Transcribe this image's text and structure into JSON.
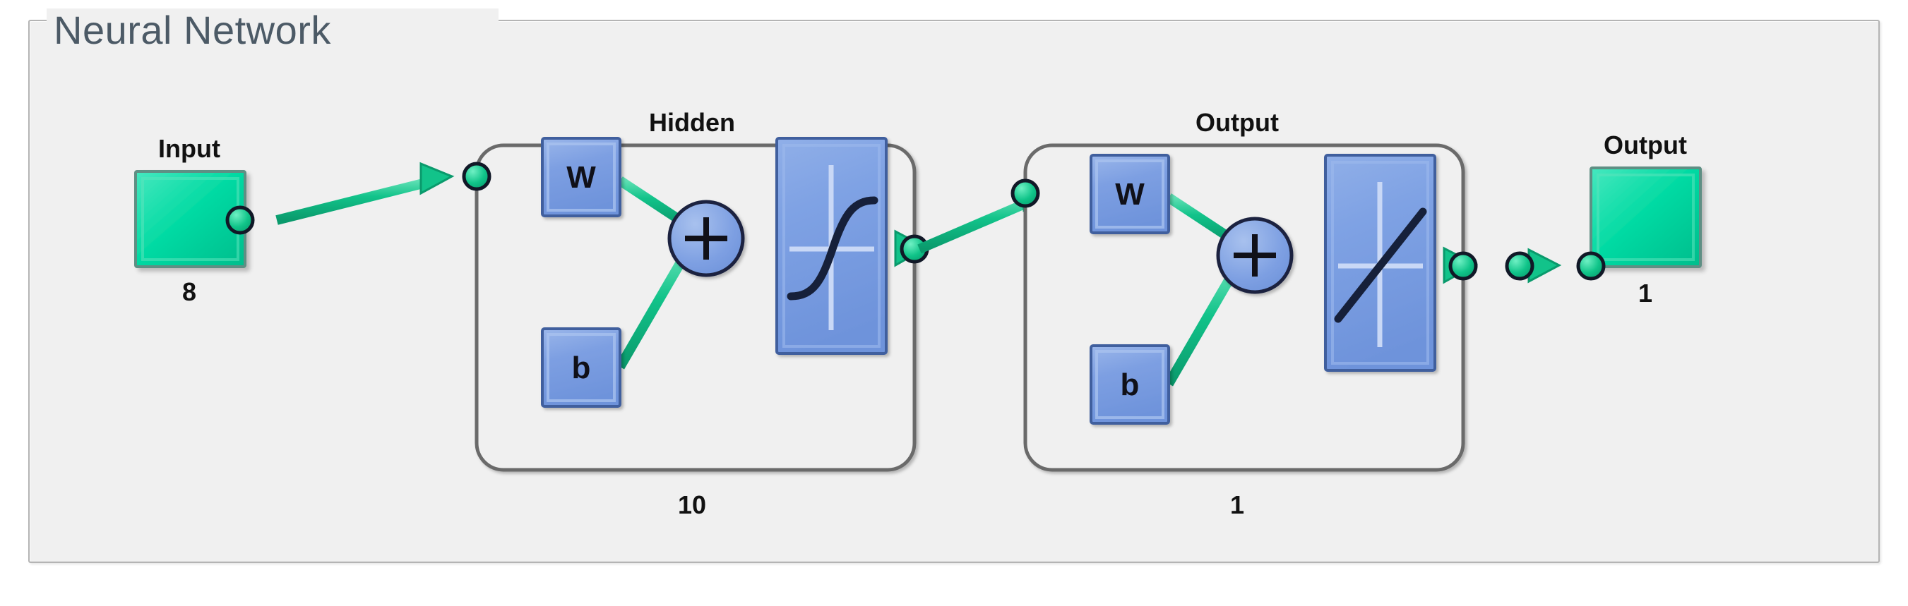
{
  "panel": {
    "title": "Neural Network"
  },
  "colors": {
    "panel_background": "#f0f0f0",
    "panel_border": "#b4b4b4",
    "title_text": "#4c5a66",
    "io_block_fill": "#00d9a6",
    "io_block_fill_light": "#46e8bf",
    "io_block_fill_dark": "#00a87f",
    "io_block_border": "#5f8f84",
    "param_box_fill": "#7d9fe2",
    "param_box_fill_light": "#a3bcec",
    "param_box_fill_dark": "#5b7fc4",
    "param_box_border": "#3f5f9e",
    "connector_green": "#12c38a",
    "connector_green_light": "#5fe0b4",
    "connector_green_dark": "#0a9a6c",
    "node_outline": "#111827",
    "layer_box_border": "#6b6b6b",
    "label_text": "#111111",
    "curve_stroke": "#16203a",
    "axis_stroke": "#c3d3f2"
  },
  "network": {
    "input": {
      "label": "Input",
      "size": "8"
    },
    "layers": [
      {
        "name": "hidden",
        "title": "Hidden",
        "size": "10",
        "weight_label": "W",
        "bias_label": "b",
        "sum_label": "+",
        "activation": "sigmoid"
      },
      {
        "name": "output",
        "title": "Output",
        "size": "1",
        "weight_label": "W",
        "bias_label": "b",
        "sum_label": "+",
        "activation": "linear"
      }
    ],
    "output": {
      "label": "Output",
      "size": "1"
    }
  }
}
